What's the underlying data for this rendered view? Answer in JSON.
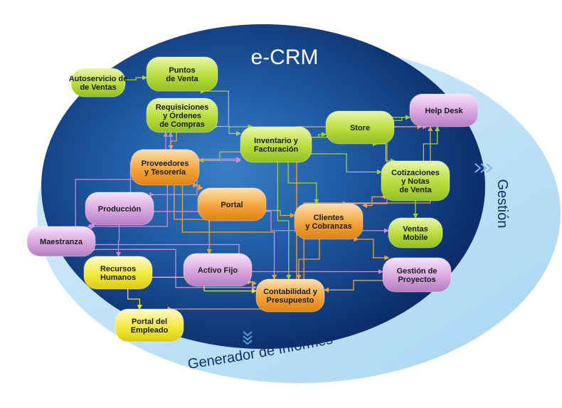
{
  "title": "e-CRM",
  "outer_labels": {
    "bottom": "Generador de Informes",
    "right": "Gestión"
  },
  "colors": {
    "green": "#b9dc3c",
    "pink": "#d9a6e0",
    "orange": "#f4a43a",
    "yellow": "#f4ea3c",
    "edge_green": "#9cd43a",
    "edge_pink": "#c98ad8",
    "edge_orange": "#f3a23a",
    "edge_yellow": "#f0e23a",
    "ellipse_dark": "#0c2f6e",
    "ellipse_light": "#2d6fb8",
    "ring": "#bfe1f5"
  },
  "nodes": [
    {
      "id": "autoservicio",
      "lines": [
        "Autoservicio de",
        "de Ventas"
      ],
      "color": "green"
    },
    {
      "id": "puntos",
      "lines": [
        "Puntos",
        "de Venta"
      ],
      "color": "green"
    },
    {
      "id": "requisiciones",
      "lines": [
        "Requisiciones",
        "y Órdenes",
        "de Compras"
      ],
      "color": "green"
    },
    {
      "id": "inventario",
      "lines": [
        "Inventario y",
        "Facturación"
      ],
      "color": "green"
    },
    {
      "id": "store",
      "lines": [
        "Store"
      ],
      "color": "green"
    },
    {
      "id": "helpdesk",
      "lines": [
        "Help Desk"
      ],
      "color": "pink"
    },
    {
      "id": "proveedores",
      "lines": [
        "Proveedores",
        "y Tesorería"
      ],
      "color": "orange"
    },
    {
      "id": "cotizaciones",
      "lines": [
        "Cotizaciones",
        "y Notas",
        "de Venta"
      ],
      "color": "green"
    },
    {
      "id": "portal",
      "lines": [
        "Portal"
      ],
      "color": "orange"
    },
    {
      "id": "produccion",
      "lines": [
        "Producción"
      ],
      "color": "pink"
    },
    {
      "id": "clientes",
      "lines": [
        "Clientes",
        "y Cobranzas"
      ],
      "color": "orange"
    },
    {
      "id": "ventasmobile",
      "lines": [
        "Ventas",
        "Mobile"
      ],
      "color": "green"
    },
    {
      "id": "maestranza",
      "lines": [
        "Maestranza"
      ],
      "color": "pink"
    },
    {
      "id": "rrhh",
      "lines": [
        "Recursos",
        "Humanos"
      ],
      "color": "yellow"
    },
    {
      "id": "activofijo",
      "lines": [
        "Activo Fijo"
      ],
      "color": "pink"
    },
    {
      "id": "gestionproy",
      "lines": [
        "Gestión de",
        "Proyectos"
      ],
      "color": "pink"
    },
    {
      "id": "contabilidad",
      "lines": [
        "Contabilidad y",
        "Presupuesto"
      ],
      "color": "orange"
    },
    {
      "id": "portalempleado",
      "lines": [
        "Portal del",
        "Empleado"
      ],
      "color": "yellow"
    }
  ],
  "edges": [
    {
      "from": "autoservicio",
      "to": "puntos",
      "color": "edge_green"
    },
    {
      "from": "puntos",
      "to": "inventario",
      "color": "edge_green"
    },
    {
      "from": "requisiciones",
      "to": "inventario",
      "color": "edge_green"
    },
    {
      "from": "requisiciones",
      "to": "proveedores",
      "color": "edge_orange"
    },
    {
      "from": "inventario",
      "to": "store",
      "color": "edge_green"
    },
    {
      "from": "inventario",
      "to": "helpdesk",
      "color": "edge_green"
    },
    {
      "from": "inventario",
      "to": "cotizaciones",
      "color": "edge_green"
    },
    {
      "from": "inventario",
      "to": "proveedores",
      "color": "edge_green"
    },
    {
      "from": "inventario",
      "to": "clientes",
      "color": "edge_green"
    },
    {
      "from": "inventario",
      "to": "contabilidad",
      "color": "edge_green"
    },
    {
      "from": "store",
      "to": "cotizaciones",
      "color": "edge_green"
    },
    {
      "from": "store",
      "to": "helpdesk",
      "color": "edge_green"
    },
    {
      "from": "cotizaciones",
      "to": "ventasmobile",
      "color": "edge_green"
    },
    {
      "from": "cotizaciones",
      "to": "clientes",
      "color": "edge_orange"
    },
    {
      "from": "cotizaciones",
      "to": "helpdesk",
      "color": "edge_green"
    },
    {
      "from": "proveedores",
      "to": "contabilidad",
      "color": "edge_orange"
    },
    {
      "from": "proveedores",
      "to": "portal",
      "color": "edge_orange"
    },
    {
      "from": "proveedores",
      "to": "activofijo",
      "color": "edge_orange"
    },
    {
      "from": "portal",
      "to": "clientes",
      "color": "edge_orange"
    },
    {
      "from": "clientes",
      "to": "contabilidad",
      "color": "edge_orange"
    },
    {
      "from": "clientes",
      "to": "gestionproy",
      "color": "edge_orange"
    },
    {
      "from": "clientes",
      "to": "helpdesk",
      "color": "edge_pink"
    },
    {
      "from": "produccion",
      "to": "inventario",
      "color": "edge_pink"
    },
    {
      "from": "produccion",
      "to": "requisiciones",
      "color": "edge_pink"
    },
    {
      "from": "produccion",
      "to": "maestranza",
      "color": "edge_pink"
    },
    {
      "from": "produccion",
      "to": "rrhh",
      "color": "edge_pink"
    },
    {
      "from": "produccion",
      "to": "ventasmobile",
      "color": "edge_pink"
    },
    {
      "from": "maestranza",
      "to": "inventario",
      "color": "edge_pink"
    },
    {
      "from": "maestranza",
      "to": "gestionproy",
      "color": "edge_pink"
    },
    {
      "from": "maestranza",
      "to": "contabilidad",
      "color": "edge_pink"
    },
    {
      "from": "maestranza",
      "to": "requisiciones",
      "color": "edge_pink"
    },
    {
      "from": "rrhh",
      "to": "contabilidad",
      "color": "edge_yellow"
    },
    {
      "from": "rrhh",
      "to": "portalempleado",
      "color": "edge_yellow"
    },
    {
      "from": "activofijo",
      "to": "contabilidad",
      "color": "edge_orange"
    },
    {
      "from": "gestionproy",
      "to": "contabilidad",
      "color": "edge_orange"
    },
    {
      "from": "contabilidad",
      "to": "helpdesk",
      "color": "edge_orange"
    },
    {
      "from": "portalempleado",
      "to": "helpdesk",
      "color": "edge_orange"
    }
  ]
}
